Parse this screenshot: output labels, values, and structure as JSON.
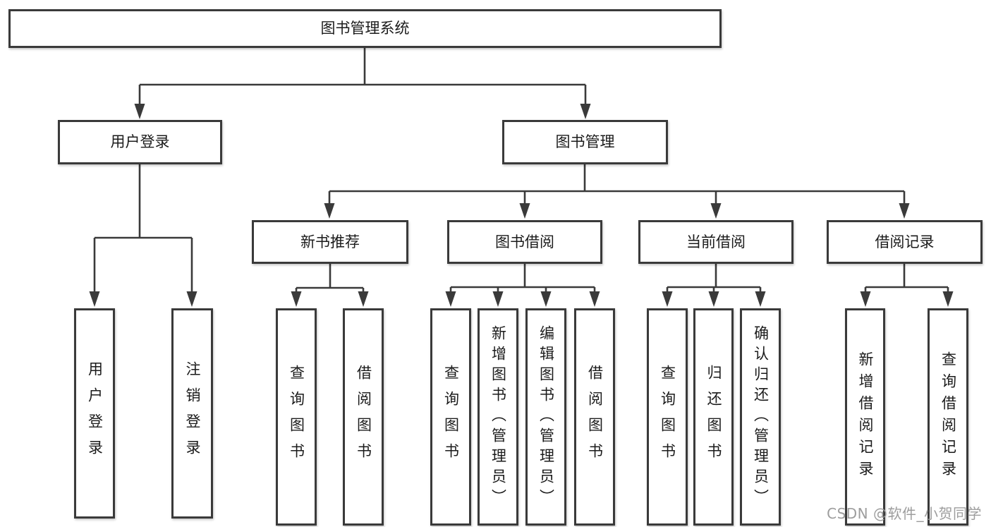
{
  "nodes": {
    "root": "图书管理系统",
    "user_login": "用户登录",
    "book_mgmt": "图书管理",
    "new_books": "新书推荐",
    "book_borrow": "图书借阅",
    "current_borrow": "当前借阅",
    "borrow_records": "借阅记录",
    "leaf_user_login": "用户登录",
    "leaf_logout": "注销登录",
    "nb_query_books": "查询图书",
    "nb_borrow_books": "借阅图书",
    "bb_query_books": "查询图书",
    "bb_add_books": "新增图书（管理员）",
    "bb_edit_books": "编辑图书（管理员）",
    "bb_borrow_books": "借阅图书",
    "cb_query_books": "查询图书",
    "cb_return_books": "归还图书",
    "cb_confirm_return": "确认归还（管理员）",
    "br_add_record": "新增借阅记录",
    "br_query_record": "查询借阅记录"
  },
  "watermark": "CSDN @软件_小贺同学",
  "colors": {
    "line": "#3a3a3a",
    "box_border": "#3a3a3a",
    "text": "#1b1b1b",
    "watermark_text": "#9d9d9d",
    "background": "#ffffff"
  }
}
